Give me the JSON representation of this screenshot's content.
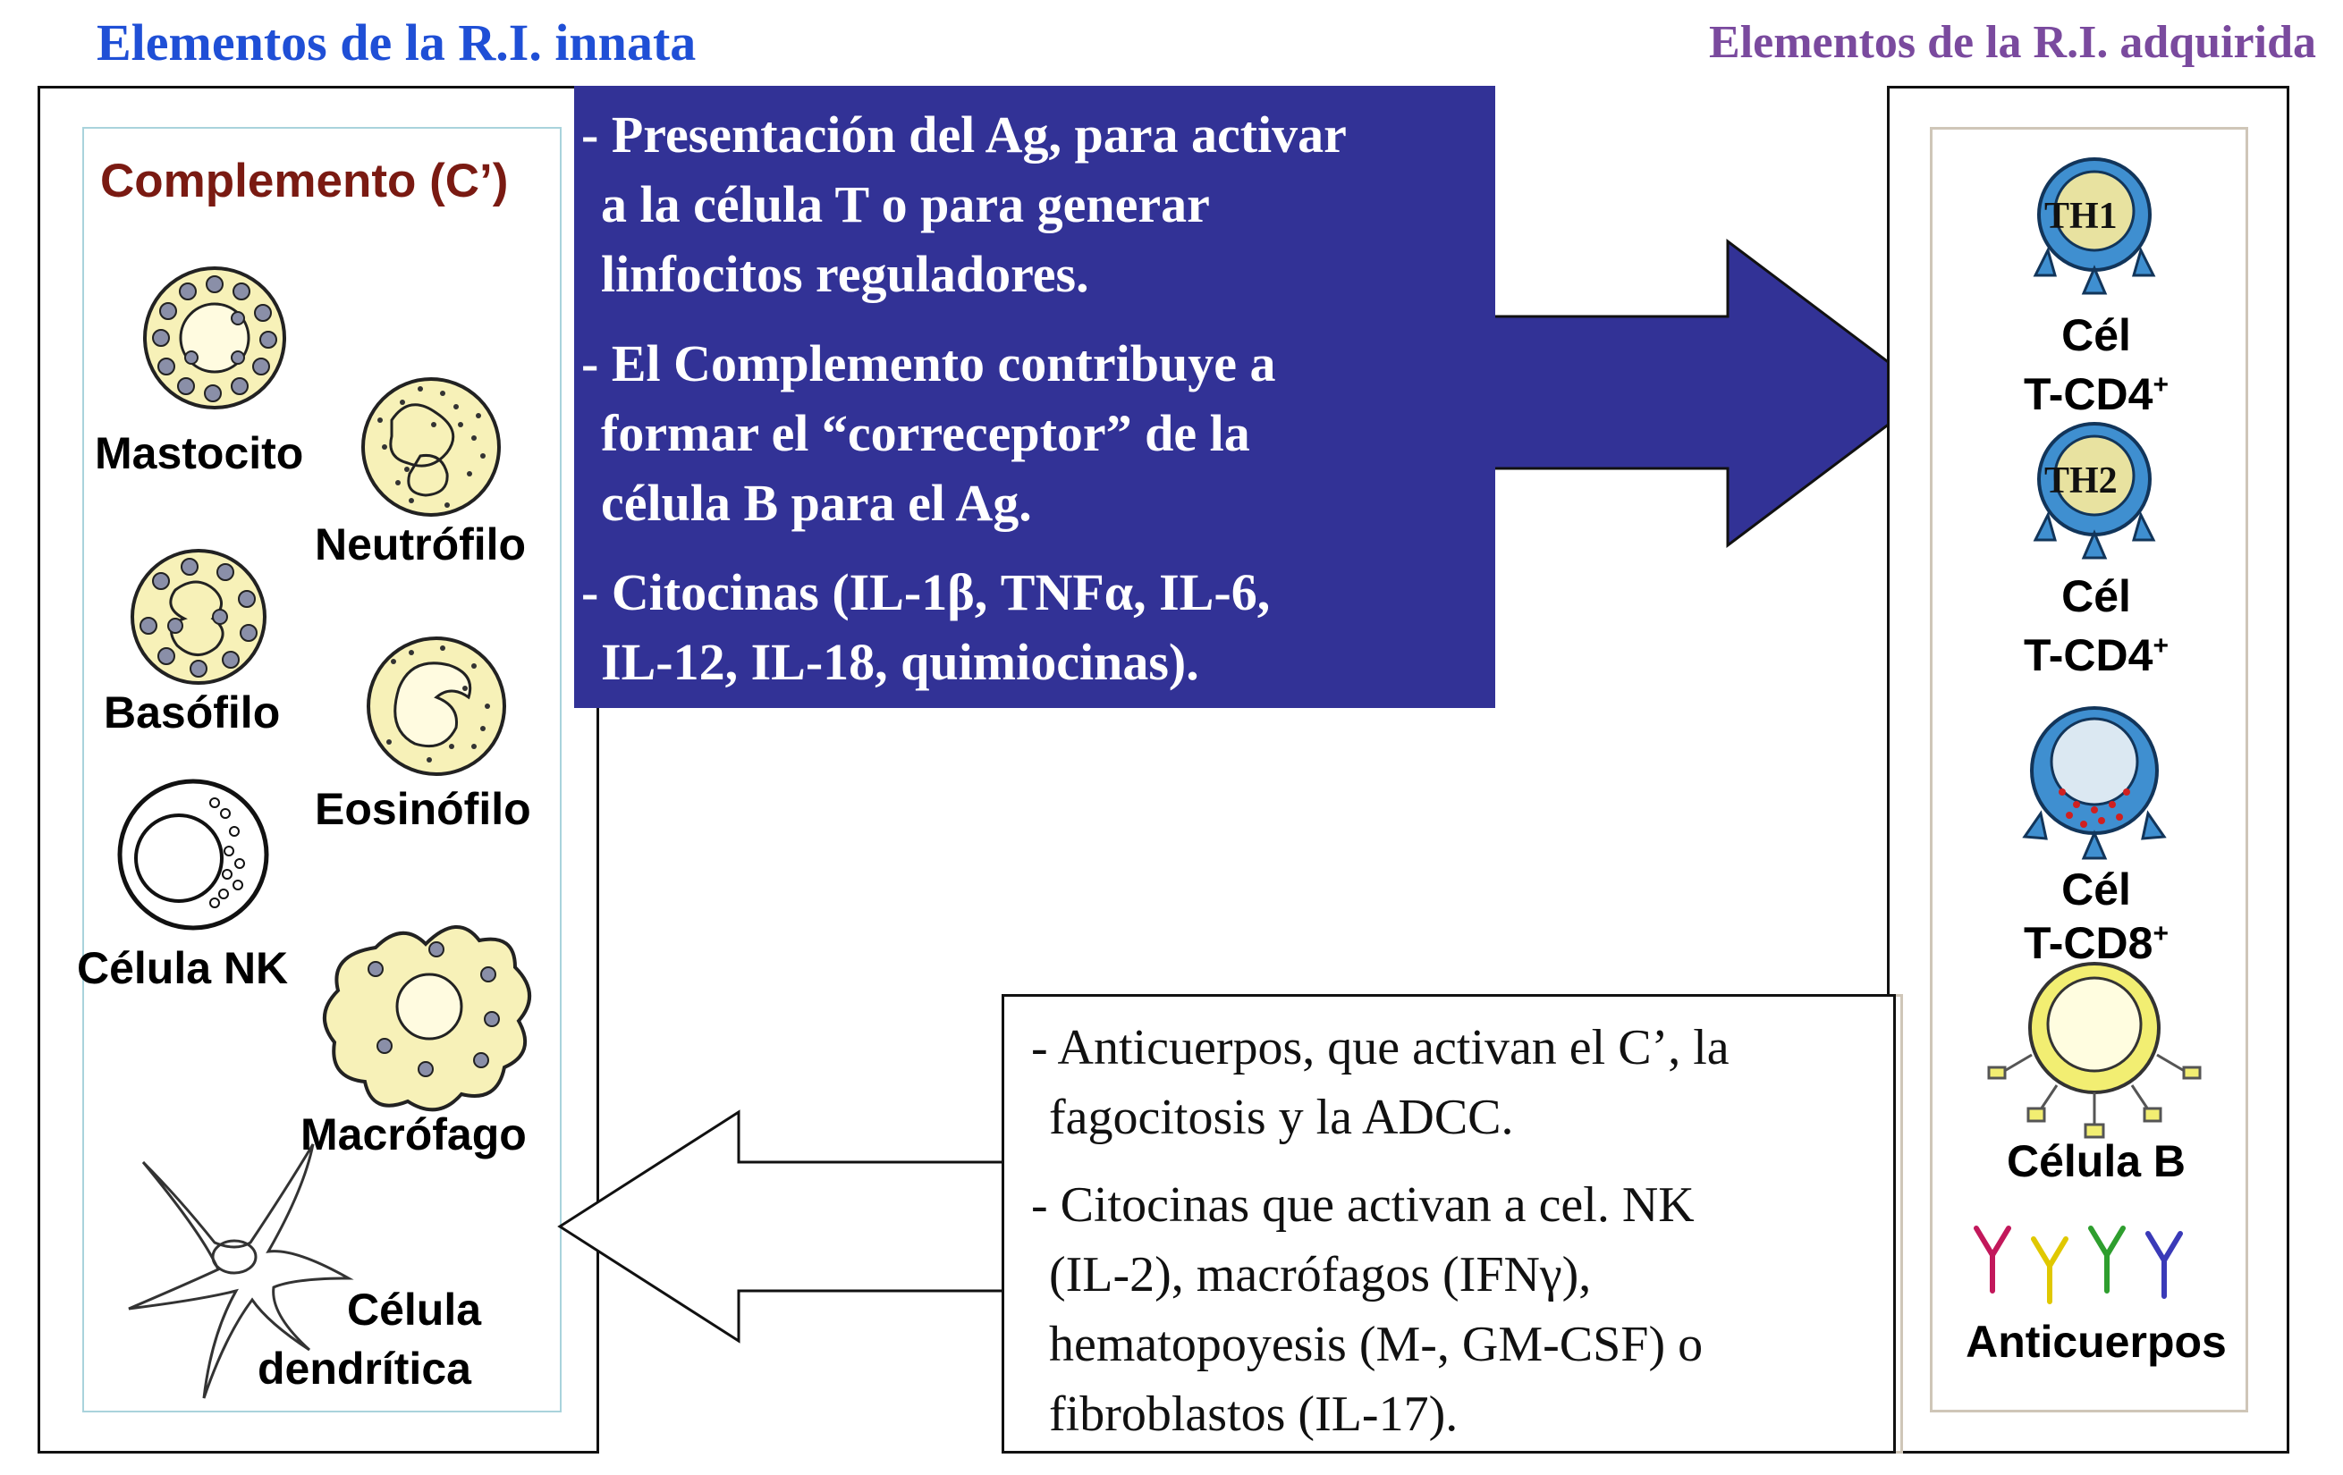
{
  "innate": {
    "title": "Elementos de la R.I. innata",
    "complement_label": "Complemento (C’)",
    "cells": {
      "mastocito": "Mastocito",
      "neutrofilo": "Neutrófilo",
      "basofilo": "Basófilo",
      "eosinofilo": "Eosinófilo",
      "nk": "Célula NK",
      "macrofago": "Macrófago",
      "dendritica_1": "Célula",
      "dendritica_2": "dendrítica"
    }
  },
  "acquired": {
    "title": "Elementos de la R.I. adquirida",
    "th1_badge": "TH1",
    "th2_badge": "TH2",
    "cel": "Cél",
    "tcd4": "T-CD4",
    "tcd8": "T-CD8",
    "plus": "+",
    "celula_b": "Célula B",
    "anticuerpos": "Anticuerpos",
    "antibody_colors": [
      "#c2185b",
      "#e0c800",
      "#2e9e2e",
      "#3a3ab8"
    ]
  },
  "innate_to_acquired": {
    "p1_line1": "- Presentación del Ag, para activar",
    "p1_line2": "a la célula T o para generar",
    "p1_line3": "linfocitos reguladores.",
    "p2_line1": "- El Complemento contribuye a",
    "p2_line2": "formar el “correceptor” de la",
    "p2_line3": "célula B para el Ag.",
    "p3_line1": "- Citocinas (IL-1β, TNFα, IL-6,",
    "p3_line2": "IL-12, IL-18, quimiocinas)."
  },
  "acquired_to_innate": {
    "p1_line1": "- Anticuerpos, que activan el C’, la",
    "p1_line2": "fagocitosis y la ADCC.",
    "p2_line1": "- Citocinas que activan a cel. NK",
    "p2_line2": "(IL-2), macrófagos (IFNγ),",
    "p2_line3": "hematopoyesis (M-, GM-CSF) o",
    "p2_line4": "fibroblastos (IL-17)."
  },
  "colors": {
    "innate_title": "#1f4fd6",
    "acquired_title": "#7a4a9e",
    "panel_blue": "#323296",
    "complement_text": "#7a1a12",
    "t_cell_blue": "#3f8fd0",
    "b_cell_yellow": "#f2ee72",
    "cell_cream": "#f7f1b8"
  }
}
